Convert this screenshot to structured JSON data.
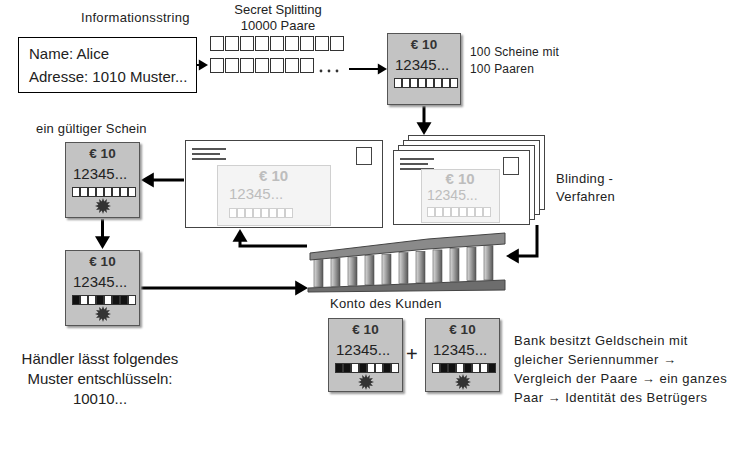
{
  "diagram": {
    "nodes": [
      {
        "text": [
          "Informationsstring",
          "Name: Alice",
          "Adresse: 1010 Muster..."
        ]
      },
      {
        "text": [
          "Secret Splitting 10000 Paare"
        ]
      },
      {
        "text": [
          "€ 10",
          "12345..."
        ]
      },
      {
        "text": [
          "€ 10",
          "12345..."
        ]
      },
      {
        "text": [
          "Konto des Kunden"
        ]
      },
      {
        "text": [
          "€ 10",
          "12345..."
        ]
      },
      {
        "text": [
          "ein gültiger Schein",
          "€ 10",
          "12345..."
        ]
      },
      {
        "text": [
          "€ 10",
          "12345..."
        ]
      },
      {
        "text": [
          "€ 10",
          "12345..."
        ]
      },
      {
        "text": [
          "€ 10",
          "12345..."
        ]
      }
    ],
    "edges": [
      {
        "from": 0,
        "to": 1,
        "arrow": "to"
      },
      {
        "from": 1,
        "to": 2,
        "arrow": "to"
      },
      {
        "from": 2,
        "to": 3,
        "arrow": "to"
      },
      {
        "from": 3,
        "to": 4,
        "arrow": "to"
      },
      {
        "from": 4,
        "to": 5,
        "arrow": "to"
      },
      {
        "from": 5,
        "to": 6,
        "arrow": "to"
      },
      {
        "from": 6,
        "to": 7,
        "arrow": "to"
      },
      {
        "from": 7,
        "to": 4,
        "arrow": "to"
      }
    ],
    "labels": [
      "100 Scheine mit 100 Paaren",
      "Blinding - Verfahren",
      "Händler lässt folgendes Muster entschlüsseln: 10010...",
      "+",
      "Bank besitzt Geldschein mit gleicher Seriennummer → Vergleich der Paare → ein ganzes Paar → Identität des Betrügers"
    ]
  }
}
